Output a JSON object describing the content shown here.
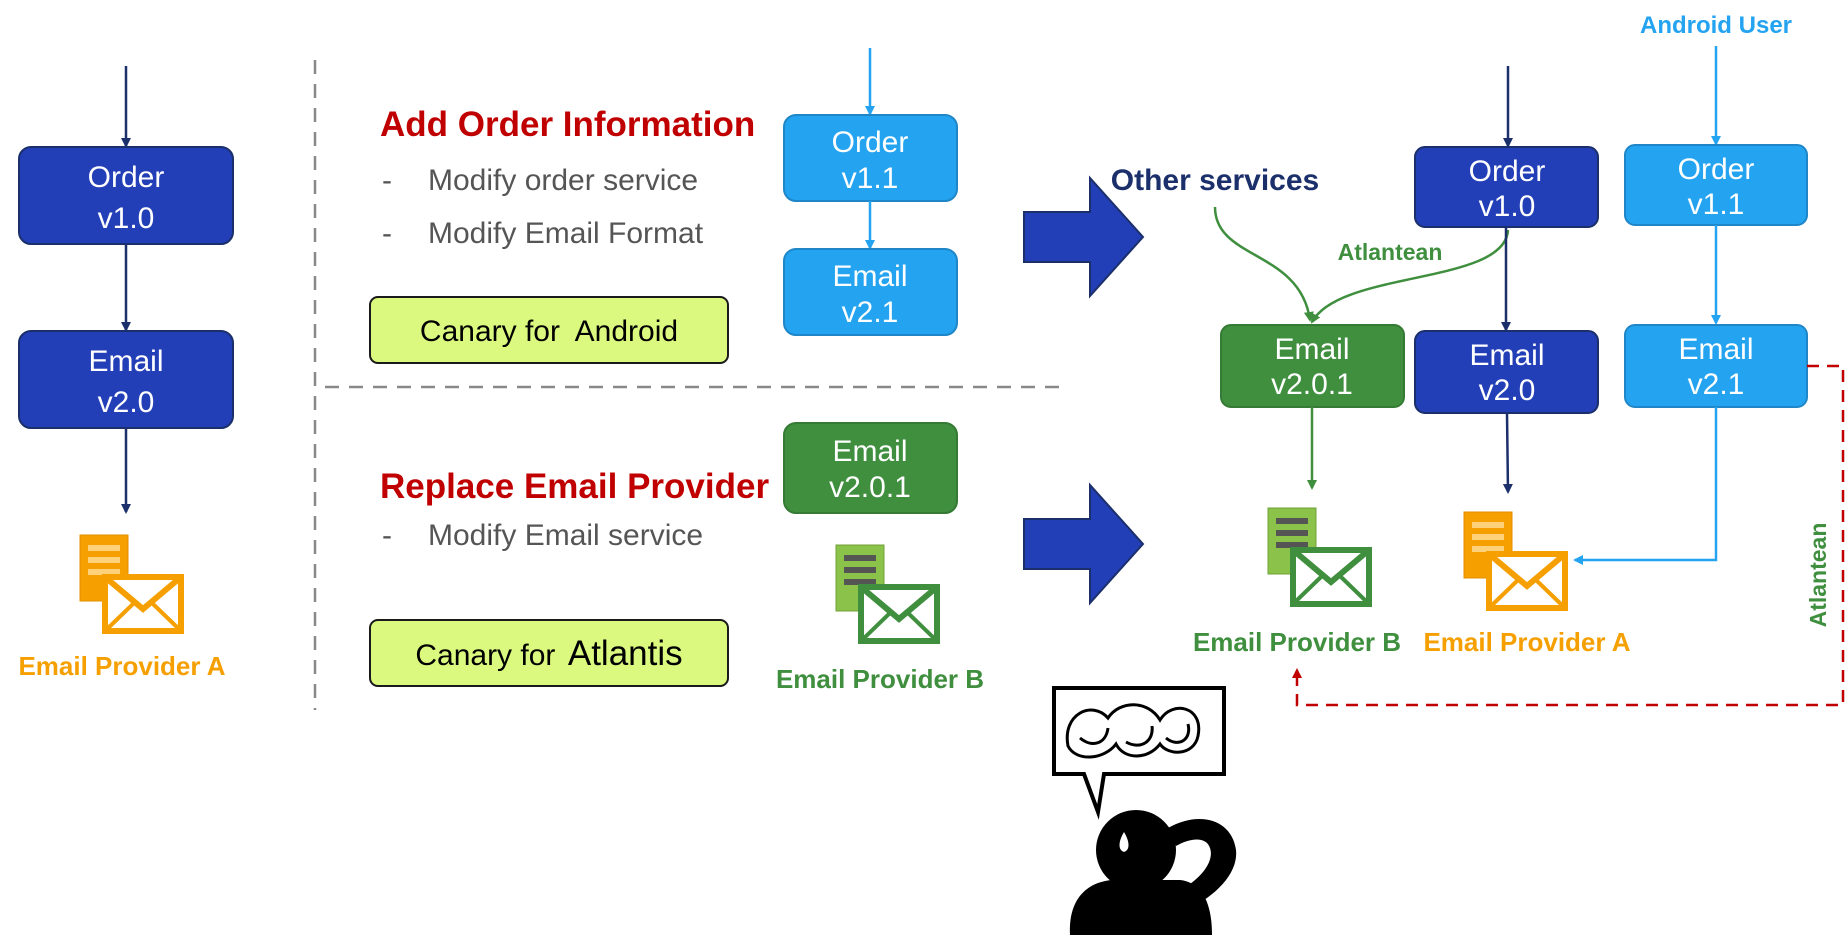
{
  "colors": {
    "dark_blue": "#233fb7",
    "light_blue": "#24a3f0",
    "green": "#3f8f3f",
    "orange": "#f5a000",
    "red": "#c00000",
    "canary_bg": "#dcf97f",
    "navy_text": "#1b2f6b"
  },
  "left": {
    "order": {
      "line1": "Order",
      "line2": "v1.0"
    },
    "email": {
      "line1": "Email",
      "line2": "v2.0"
    },
    "provider_label": "Email Provider A"
  },
  "middle_top": {
    "heading": "Add Order Information",
    "bullets": [
      {
        "dash": "-",
        "text": "Modify order service"
      },
      {
        "dash": "-",
        "text": "Modify Email Format"
      }
    ],
    "canary_button": {
      "prefix": "Canary for",
      "target": "Android"
    },
    "order": {
      "line1": "Order",
      "line2": "v1.1"
    },
    "email": {
      "line1": "Email",
      "line2": "v2.1"
    }
  },
  "middle_bottom": {
    "heading": "Replace Email Provider",
    "bullets": [
      {
        "dash": "-",
        "text": "Modify Email service"
      }
    ],
    "canary_button": {
      "prefix": "Canary for",
      "target": "Atlantis"
    },
    "email": {
      "line1": "Email",
      "line2": "v2.0.1"
    },
    "provider_label": "Email Provider B"
  },
  "right": {
    "other_services": "Other services",
    "android_user": "Android User",
    "atlantean_green": "Atlantean",
    "atlantean_vertical": "Atlantean",
    "order_v10": {
      "line1": "Order",
      "line2": "v1.0"
    },
    "order_v11": {
      "line1": "Order",
      "line2": "v1.1"
    },
    "email_v201": {
      "line1": "Email",
      "line2": "v2.0.1"
    },
    "email_v20": {
      "line1": "Email",
      "line2": "v2.0"
    },
    "email_v21": {
      "line1": "Email",
      "line2": "v2.1"
    },
    "provider_b_label": "Email Provider B",
    "provider_a_label": "Email Provider A"
  },
  "icons": [
    "email-provider-icon",
    "thinking-person-icon",
    "speech-bubble-icon",
    "block-arrow-icon"
  ]
}
